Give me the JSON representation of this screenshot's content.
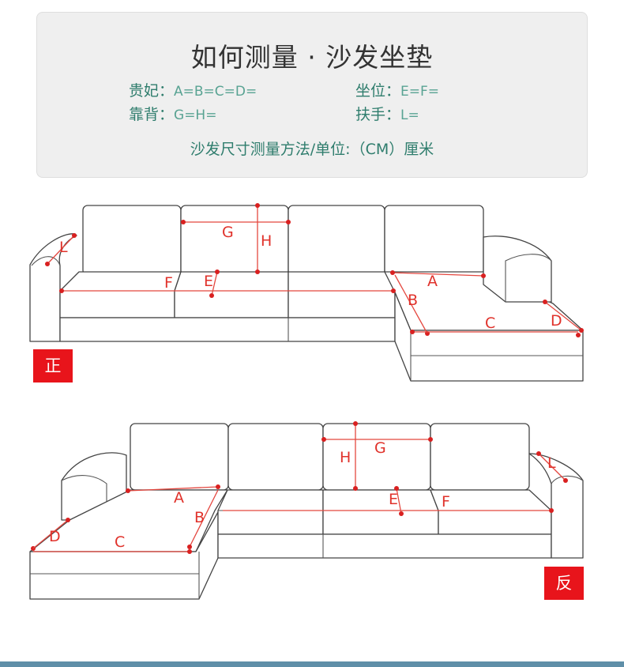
{
  "panel": {
    "title": "如何测量 · 沙发坐垫",
    "rows": [
      {
        "label": "贵妃：",
        "value": "A=B=C=D="
      },
      {
        "label": "坐位：",
        "value": "E=F="
      },
      {
        "label": "靠背：",
        "value": "G=H="
      },
      {
        "label": "扶手：",
        "value": "L="
      }
    ],
    "note": "沙发尺寸测量方法/单位:（CM）厘米"
  },
  "diagrams": [
    {
      "badge": "正",
      "labels": [
        "L",
        "G",
        "H",
        "F",
        "E",
        "A",
        "B",
        "C",
        "D"
      ]
    },
    {
      "badge": "反",
      "labels": [
        "A",
        "B",
        "C",
        "D",
        "H",
        "G",
        "E",
        "F",
        "L"
      ]
    }
  ],
  "colors": {
    "measure": "#e4473f",
    "badge": "#e8141b",
    "text_accent": "#2f7d6d",
    "bar": "#5f8fa8"
  }
}
